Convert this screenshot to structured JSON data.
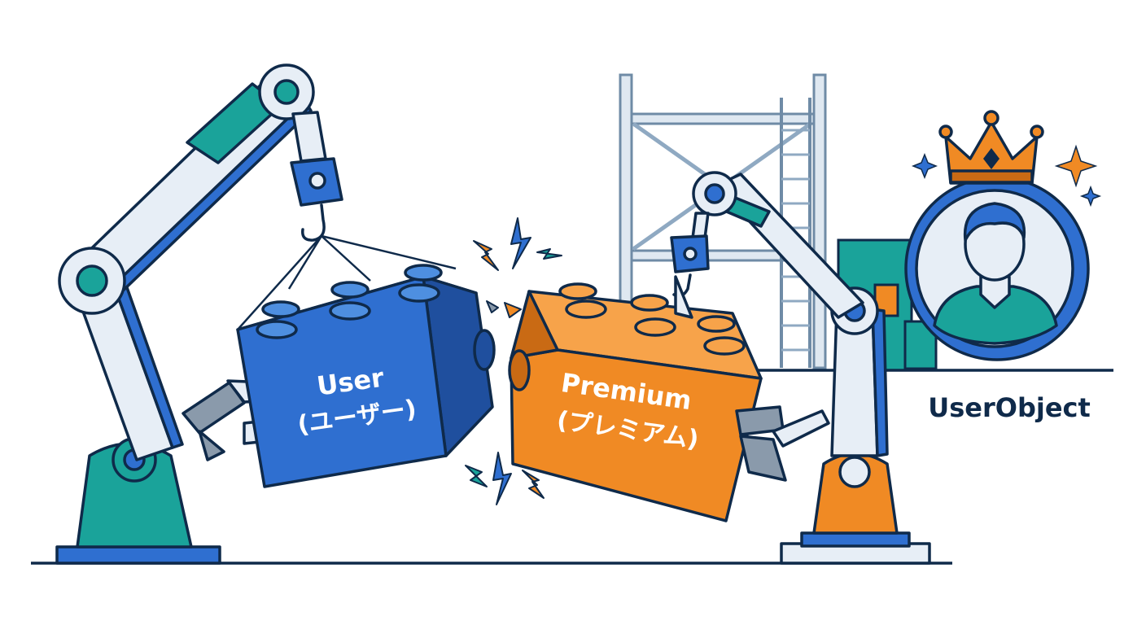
{
  "blocks": {
    "user": {
      "line1": "User",
      "line2": "(ユーザー)"
    },
    "premium": {
      "line1": "Premium",
      "line2": "(プレミアム)"
    }
  },
  "result": {
    "label": "UserObject"
  },
  "colors": {
    "outline": "#0f2a4a",
    "blue": "#2f6fd0",
    "blue_dark": "#1f4f9e",
    "blue_light": "#4e8fe0",
    "orange": "#f08a24",
    "orange_dark": "#c96a14",
    "orange_light": "#f7a34a",
    "teal": "#1aa39a",
    "arm_light": "#e7eef6",
    "gray": "#8a9aab",
    "scaffold": "#8fa9c2"
  },
  "icons": [
    "robot-arm-left",
    "robot-arm-right",
    "crane-hook",
    "lego-block",
    "spark-icon",
    "crown-icon",
    "user-avatar-icon",
    "scaffold"
  ]
}
